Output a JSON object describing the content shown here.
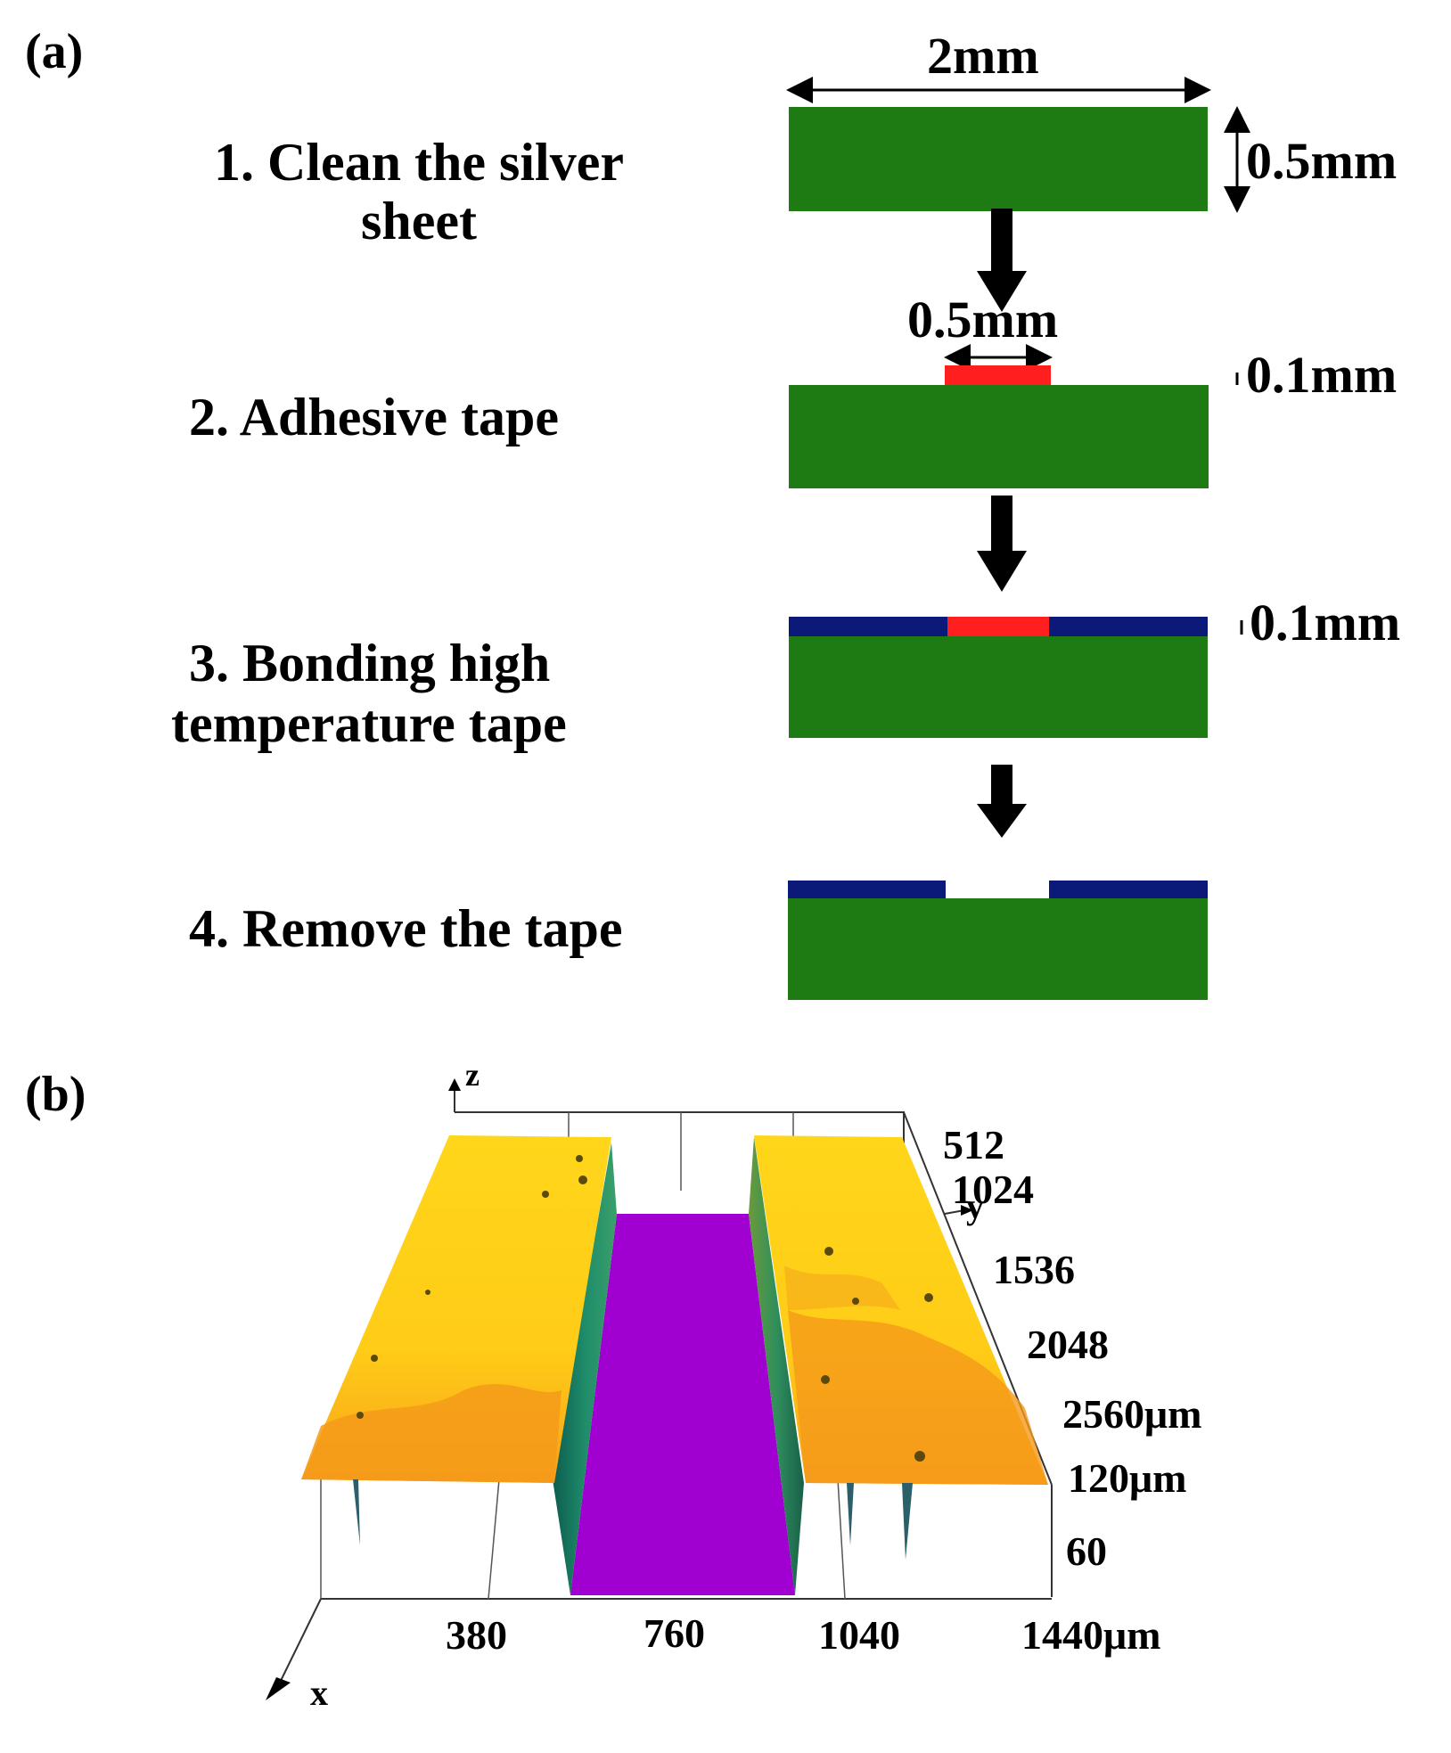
{
  "panel_a": {
    "label": "(a)",
    "steps": [
      {
        "line1": "1. Clean the silver",
        "line2": "sheet"
      },
      {
        "line1": "2. Adhesive tape"
      },
      {
        "line1": "3. Bonding high",
        "line2": "temperature tape"
      },
      {
        "line1": "4. Remove the tape"
      }
    ],
    "dimensions": {
      "width": "2mm",
      "thickness": "0.5mm",
      "tape_width": "0.5mm",
      "tape_thickness": "0.1mm",
      "ht_tape_thickness": "0.1mm"
    }
  },
  "panel_b": {
    "label": "(b)",
    "axes": {
      "z": "z",
      "y": "y",
      "x": "x",
      "x_ticks": [
        "380",
        "760",
        "1040",
        "1440μm"
      ],
      "y_ticks": [
        "512",
        "1024",
        "1536",
        "2048",
        "2560μm"
      ],
      "z_ticks": [
        "120μm",
        "60"
      ]
    }
  },
  "colors": {
    "silver_sheet": "#1e7a12",
    "adhesive_tape": "#ff1f1f",
    "high_temp_tape": "#0b1a78",
    "surface_high": "#ffd21a",
    "surface_low": "#f59a1a",
    "groove": "#a000d0"
  }
}
